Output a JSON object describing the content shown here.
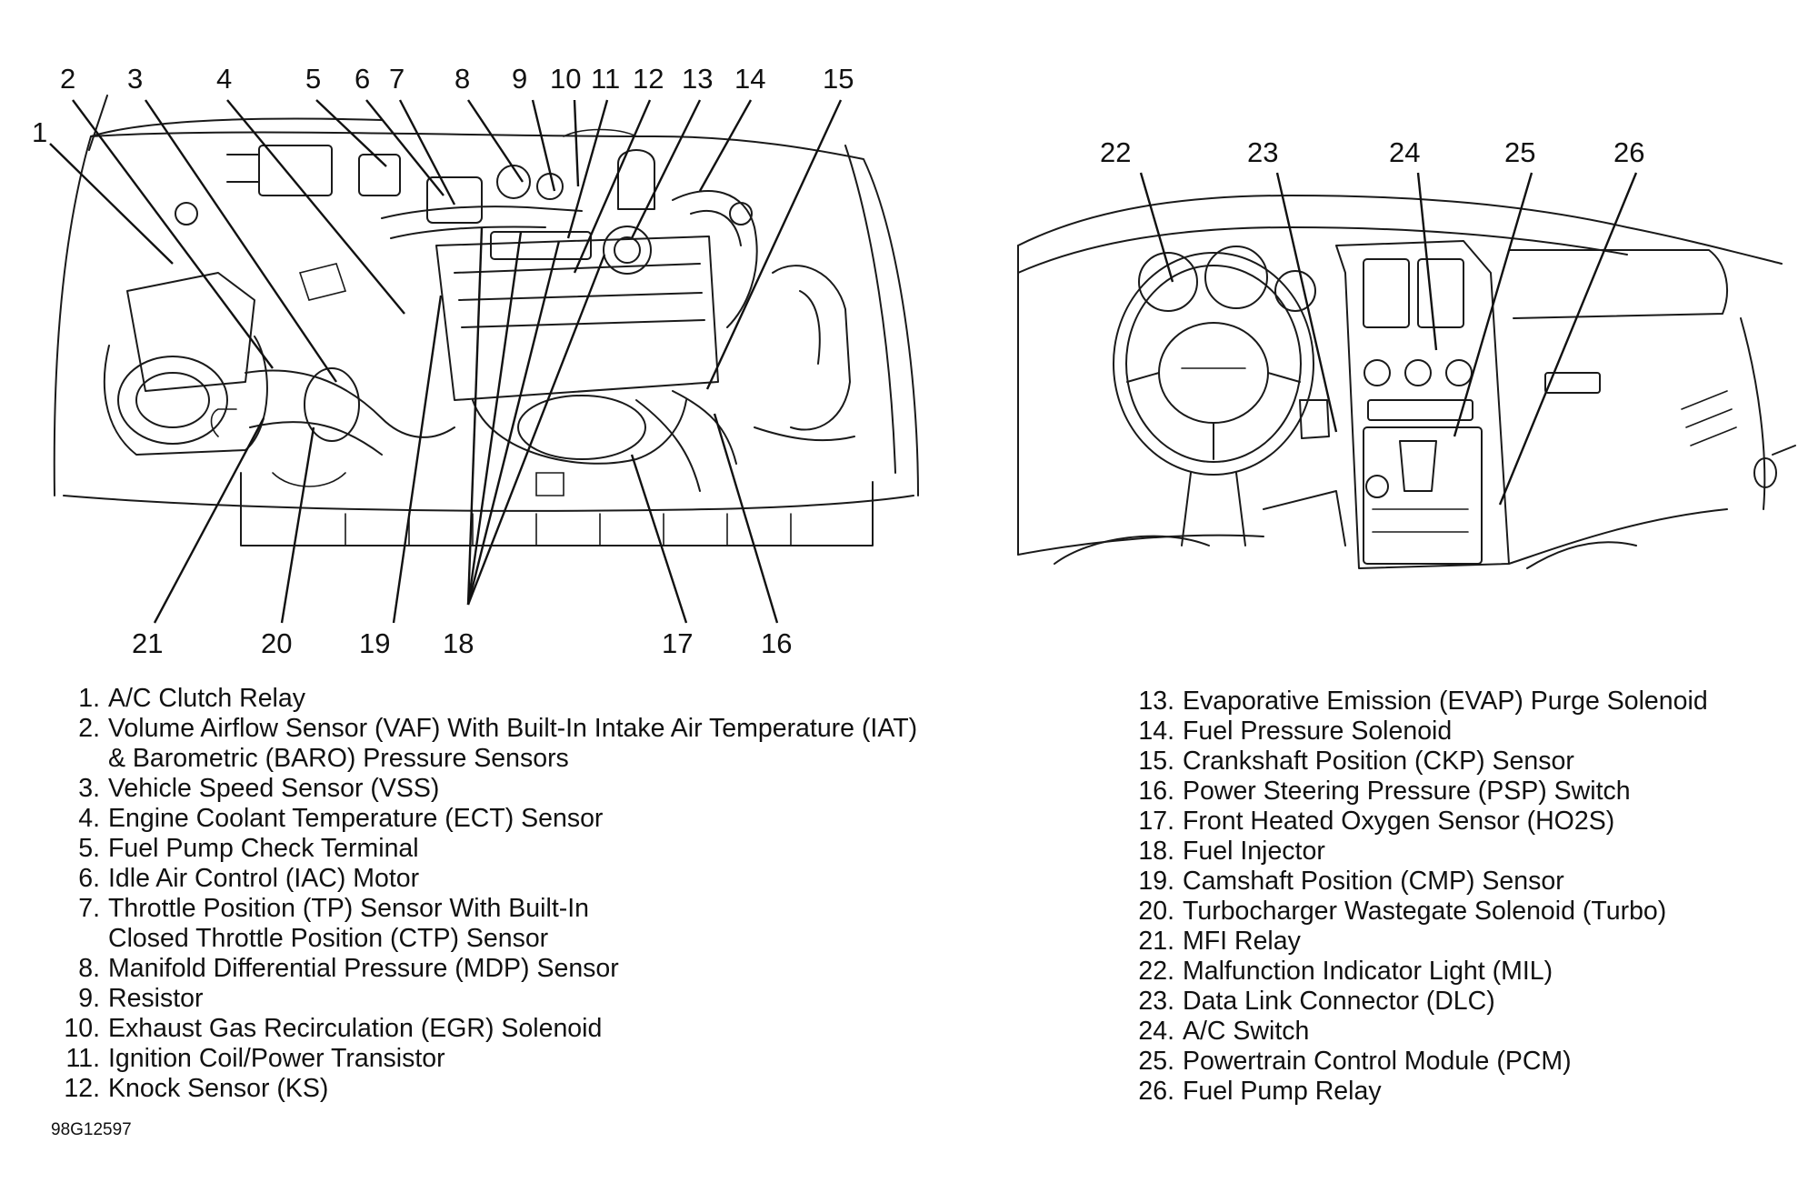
{
  "callouts": {
    "c1": "1",
    "c2": "2",
    "c3": "3",
    "c4": "4",
    "c5": "5",
    "c6": "6",
    "c7": "7",
    "c8": "8",
    "c9": "9",
    "c10": "10",
    "c11": "11",
    "c12": "12",
    "c13": "13",
    "c14": "14",
    "c15": "15",
    "c16": "16",
    "c17": "17",
    "c18": "18",
    "c19": "19",
    "c20": "20",
    "c21": "21",
    "c22": "22",
    "c23": "23",
    "c24": "24",
    "c25": "25",
    "c26": "26"
  },
  "legend_left": [
    {
      "num": "1.",
      "text": "A/C Clutch Relay"
    },
    {
      "num": "2.",
      "text": "Volume Airflow Sensor (VAF) With Built-In Intake Air Temperature (IAT)",
      "cont": "& Barometric (BARO) Pressure Sensors"
    },
    {
      "num": "3.",
      "text": "Vehicle Speed Sensor (VSS)"
    },
    {
      "num": "4.",
      "text": "Engine Coolant Temperature (ECT) Sensor"
    },
    {
      "num": "5.",
      "text": "Fuel Pump Check Terminal"
    },
    {
      "num": "6.",
      "text": "Idle Air Control (IAC) Motor"
    },
    {
      "num": "7.",
      "text": "Throttle Position (TP) Sensor With Built-In",
      "cont": "Closed Throttle Position (CTP) Sensor"
    },
    {
      "num": "8.",
      "text": "Manifold Differential Pressure (MDP) Sensor"
    },
    {
      "num": "9.",
      "text": "Resistor"
    },
    {
      "num": "10.",
      "text": "Exhaust Gas Recirculation (EGR) Solenoid"
    },
    {
      "num": "11.",
      "text": "Ignition Coil/Power Transistor"
    },
    {
      "num": "12.",
      "text": "Knock Sensor (KS)"
    }
  ],
  "legend_right": [
    {
      "num": "13.",
      "text": "Evaporative Emission (EVAP) Purge Solenoid"
    },
    {
      "num": "14.",
      "text": "Fuel Pressure Solenoid"
    },
    {
      "num": "15.",
      "text": "Crankshaft Position (CKP) Sensor"
    },
    {
      "num": "16.",
      "text": "Power Steering Pressure (PSP) Switch"
    },
    {
      "num": "17.",
      "text": "Front Heated Oxygen Sensor (HO2S)"
    },
    {
      "num": "18.",
      "text": "Fuel Injector"
    },
    {
      "num": "19.",
      "text": "Camshaft Position (CMP) Sensor"
    },
    {
      "num": "20.",
      "text": "Turbocharger Wastegate Solenoid (Turbo)"
    },
    {
      "num": "21.",
      "text": "MFI Relay"
    },
    {
      "num": "22.",
      "text": "Malfunction Indicator Light (MIL)"
    },
    {
      "num": "23.",
      "text": "Data Link Connector (DLC)"
    },
    {
      "num": "24.",
      "text": "A/C Switch"
    },
    {
      "num": "25.",
      "text": "Powertrain Control Module (PCM)"
    },
    {
      "num": "26.",
      "text": "Fuel Pump Relay"
    }
  ],
  "catalog_number": "98G12597"
}
